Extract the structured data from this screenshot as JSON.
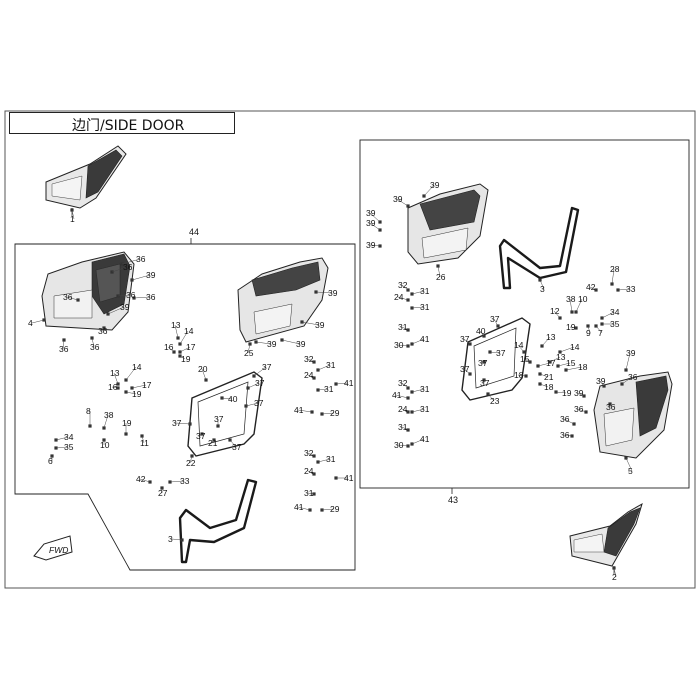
{
  "title": "边门/SIDE DOOR",
  "fwd_label": "FWD",
  "assembly_labels": {
    "left_frame": "44",
    "right_frame": "43"
  },
  "colors": {
    "line": "#222222",
    "part_fill": "#e6e6e6",
    "part_dark": "#3a3a3a",
    "seal": "#1a1a1a"
  },
  "callouts": {
    "part_1": "1",
    "part_2": "2",
    "l_door_36a": "36",
    "l_door_39a": "39",
    "l_door_36b": "36",
    "l_door_36c": "36",
    "l_door_4": "4",
    "l_door_36d": "36",
    "l_door_36e": "36",
    "l_door_36f": "36",
    "l_door_39b": "39",
    "l_door_36g": "36",
    "l_door_36h": "36",
    "l_panel_39a": "39",
    "l_panel_39b": "39",
    "l_panel_39c": "39",
    "l_panel_39d": "39",
    "l_panel_25": "25",
    "l_hinge_13": "13",
    "l_hinge_14": "14",
    "l_hinge_16": "16",
    "l_hinge_17": "17",
    "l_hinge_19": "19",
    "l_lock_13": "13",
    "l_lock_14": "14",
    "l_lock_16": "16",
    "l_lock_17": "17",
    "l_lock_19": "19",
    "l_frame_20": "20",
    "l_frame_37a": "37",
    "l_frame_37b": "37",
    "l_frame_40": "40",
    "l_frame_37c": "37",
    "l_frame_37d": "37",
    "l_frame_37e": "37",
    "l_frame_37f": "37",
    "l_frame_22": "22",
    "l_frame_37g": "37",
    "l_frame_21": "21",
    "l_latch_32": "32",
    "l_latch_31a": "31",
    "l_latch_24": "24",
    "l_latch_31b": "31",
    "l_latch_41a": "41",
    "l_latch_41b": "41",
    "l_latch_29": "29",
    "l_misc_8": "8",
    "l_misc_38": "38",
    "l_misc_34": "34",
    "l_misc_35": "35",
    "l_misc_6": "6",
    "l_misc_10": "10",
    "l_misc_19": "19",
    "l_misc_11": "11",
    "l_bot_42": "42",
    "l_bot_33": "33",
    "l_bot_27": "27",
    "l_bot_3": "3",
    "l_latch2_32": "32",
    "l_latch2_31a": "31",
    "l_latch2_24": "24",
    "l_latch2_41a": "41",
    "l_latch2_31b": "31",
    "l_latch2_41b": "41",
    "l_latch2_29": "29",
    "r_panel_39a": "39",
    "r_panel_39b": "39",
    "r_panel_39c": "39",
    "r_panel_39d": "39",
    "r_panel_39e": "39",
    "r_panel_26": "26",
    "r_seal_3": "3",
    "r_latch_32": "32",
    "r_latch_31a": "31",
    "r_latch_24": "24",
    "r_latch_31b": "31",
    "r_latch_31c": "31",
    "r_latch_30": "30",
    "r_latch_41": "41",
    "r_frame_37a": "37",
    "r_frame_40": "40",
    "r_frame_37b": "37",
    "r_frame_37c": "37",
    "r_frame_37d": "37",
    "r_frame_37e": "37",
    "r_frame_37f": "37",
    "r_frame_23": "23",
    "r_parts_42": "42",
    "r_parts_28": "28",
    "r_parts_33": "33",
    "r_parts_38": "38",
    "r_parts_10": "10",
    "r_parts_12": "12",
    "r_parts_34": "34",
    "r_parts_35": "35",
    "r_parts_19a": "19",
    "r_parts_9": "9",
    "r_parts_7": "7",
    "r_hinge_13": "13",
    "r_hinge_14a": "14",
    "r_hinge_15a": "15",
    "r_hinge_17": "17",
    "r_hinge_18a": "18",
    "r_hinge_14b": "14",
    "r_hinge_13b": "13",
    "r_hinge_15b": "15",
    "r_hinge_18b": "18",
    "r_hinge_21": "21",
    "r_hinge_18c": "18",
    "r_hinge_19": "19",
    "r_latch2_32": "32",
    "r_latch2_31a": "31",
    "r_latch2_41a": "41",
    "r_latch2_24": "24",
    "r_latch2_31b": "31",
    "r_latch2_31c": "31",
    "r_latch2_30": "30",
    "r_latch2_41b": "41",
    "r_door_39a": "39",
    "r_door_36a": "36",
    "r_door_39b": "39",
    "r_door_39c": "39",
    "r_door_36b": "36",
    "r_door_36c": "36",
    "r_door_36d": "36",
    "r_door_36e": "36",
    "r_door_5": "5"
  }
}
